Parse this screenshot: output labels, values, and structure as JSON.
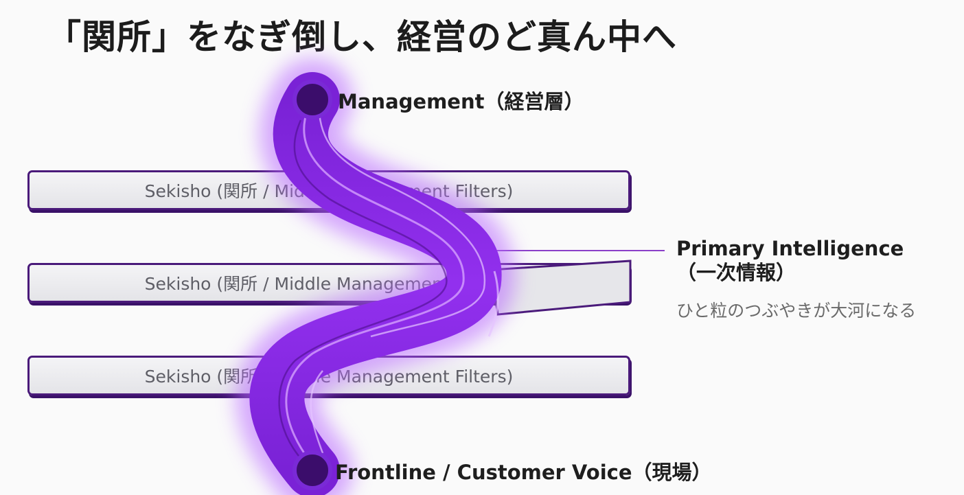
{
  "title": "「関所」をなぎ倒し、経営のど真ん中へ",
  "nodes": {
    "top": "Management（経営層）",
    "bottom": "Frontline / Customer Voice（現場）"
  },
  "barriers": [
    "Sekisho (関所 / Middle Management Filters)",
    "Sekisho (関所 / Middle Management Filters)",
    "Sekisho (関所 / Middle Management Filters)"
  ],
  "callout": {
    "title_line1": "Primary Intelligence",
    "title_line2": "（一次情報）",
    "subtitle": "ひと粒のつぶやきが大河になる"
  },
  "colors": {
    "flow": "#8a2be2",
    "flow_glow": "#b866ff",
    "node": "#3b0d6b",
    "barrier_border": "#4a1a7a"
  }
}
